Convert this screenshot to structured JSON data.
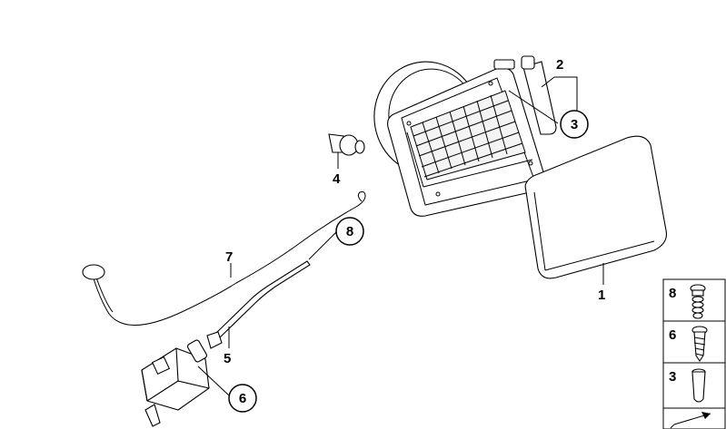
{
  "diagram": {
    "callouts": [
      {
        "id": "c1",
        "text": "1"
      },
      {
        "id": "c2",
        "text": "2"
      },
      {
        "id": "c3",
        "text": "3"
      },
      {
        "id": "c4",
        "text": "4"
      },
      {
        "id": "c5",
        "text": "5"
      },
      {
        "id": "c6",
        "text": "6"
      },
      {
        "id": "c7",
        "text": "7"
      },
      {
        "id": "c8",
        "text": "8"
      }
    ],
    "legend": [
      {
        "text": "8",
        "icon": "screw-with-washer-icon"
      },
      {
        "text": "6",
        "icon": "self-tapping-screw-icon"
      },
      {
        "text": "3",
        "icon": "plastic-nut-icon"
      }
    ],
    "corner_icon": "arrow-corner-icon"
  }
}
